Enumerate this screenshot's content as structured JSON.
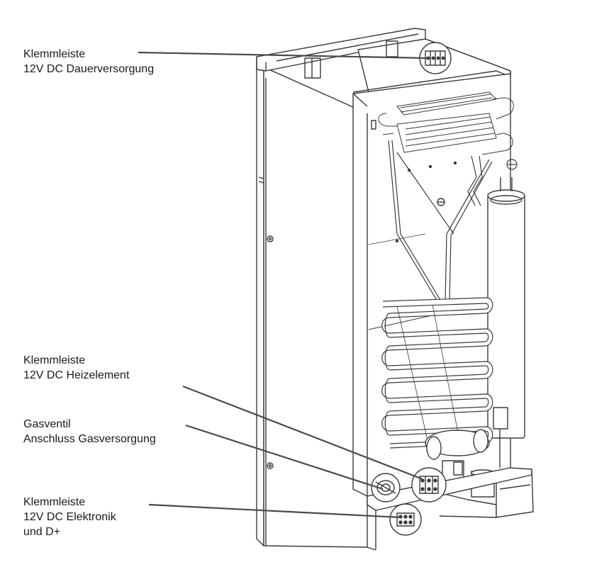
{
  "callouts": [
    {
      "id": "dauerversorgung",
      "lines": [
        "Klemmleiste",
        "12V DC Dauerversorgung"
      ]
    },
    {
      "id": "heizelement",
      "lines": [
        "Klemmleiste",
        "12V DC Heizelement"
      ]
    },
    {
      "id": "gasventil",
      "lines": [
        "Gasventil",
        "Anschluss Gasversorgung"
      ]
    },
    {
      "id": "elektronik",
      "lines": [
        "Klemmleiste",
        "12V DC Elektronik",
        "und D+"
      ]
    }
  ],
  "colors": {
    "line": "#3a3a3a",
    "leader": "#4a4a4a",
    "text": "#1a1a1a"
  }
}
